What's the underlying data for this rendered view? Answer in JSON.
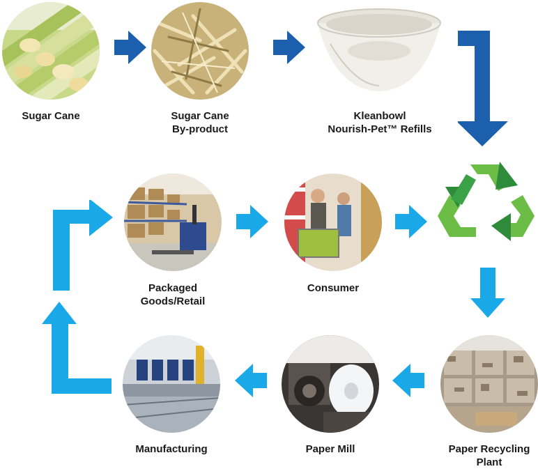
{
  "colors": {
    "arrow_dark": "#1c5fad",
    "arrow_light": "#1aa9e8",
    "recycle_light": "#6cbd45",
    "recycle_dark": "#2e8b3a"
  },
  "steps": [
    {
      "id": "sugar-cane",
      "image": "sugar-cane-stalks",
      "lines": [
        "Sugar Cane"
      ]
    },
    {
      "id": "sugar-cane-byproduct",
      "image": "bagasse-fibers",
      "lines": [
        "Sugar Cane",
        "By-product"
      ]
    },
    {
      "id": "kleanbowl",
      "image": "white-molded-bowl",
      "lines": [
        "Kleanbowl",
        "Nourish-Pet™ Refills"
      ]
    },
    {
      "id": "recycling",
      "image": "recycle-symbol-icon",
      "lines": []
    },
    {
      "id": "paper-recycling-plant",
      "image": "baled-paper-stacks",
      "lines": [
        "Paper Recycling",
        "Plant"
      ]
    },
    {
      "id": "paper-mill",
      "image": "paper-roll-machinery",
      "lines": [
        "Paper Mill"
      ]
    },
    {
      "id": "manufacturing",
      "image": "factory-production-line",
      "lines": [
        "Manufacturing"
      ]
    },
    {
      "id": "packaged-goods",
      "image": "warehouse-pallet-jack",
      "lines": [
        "Packaged",
        "Goods/Retail"
      ]
    },
    {
      "id": "consumer",
      "image": "shoppers-in-store",
      "lines": [
        "Consumer"
      ]
    }
  ]
}
